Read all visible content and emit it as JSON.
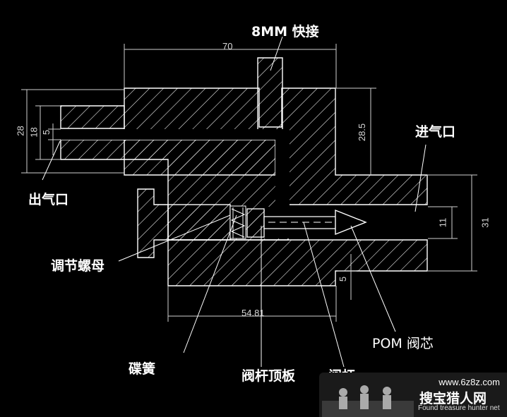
{
  "labels": {
    "quick_connector": "8MM 快接",
    "inlet": "进气口",
    "outlet": "出气口",
    "adjust_nut": "调节螺母",
    "disc_spring": "碟簧",
    "valve_stem_top_plate": "阀杆顶板",
    "valve_stem": "阀杆",
    "pom_valve_core": "POM 阀芯"
  },
  "dimensions": {
    "overall_length": "70",
    "height_28": "28",
    "height_18": "18",
    "bore_5_left": "5",
    "height_28_5": "28.5",
    "width_31": "31",
    "bore_11": "11",
    "gap_5": "5",
    "length_54_81": "54.81"
  },
  "watermark": {
    "url": "www.6z8z.com",
    "title": "搜宝猎人网",
    "subtitle": "Found treasure hunter net"
  },
  "colors": {
    "background": "#000000",
    "line": "#ffffff",
    "dimension": "#d8d8d8"
  }
}
